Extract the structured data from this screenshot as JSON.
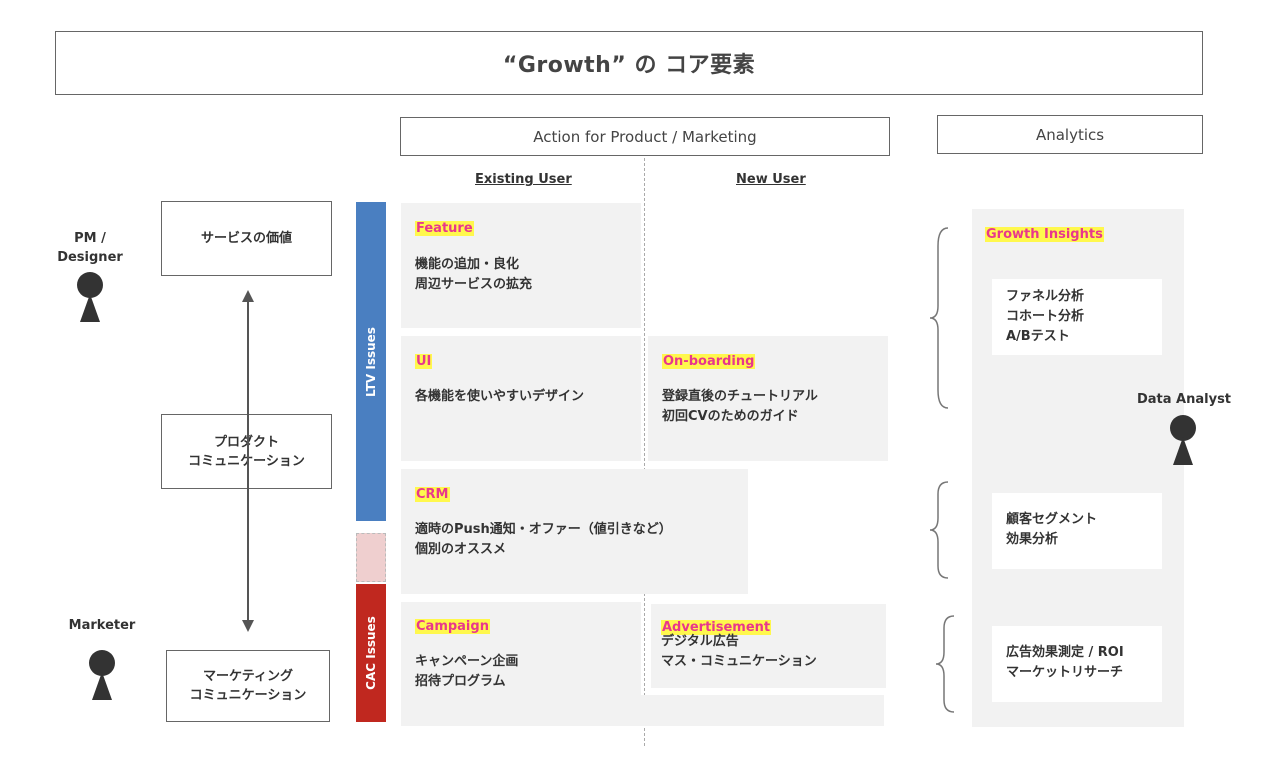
{
  "title": "“Growth” の コア要素",
  "header_action": "Action for Product /  Marketing",
  "header_analytics": "Analytics",
  "col_existing": "Existing User",
  "col_new": "New User",
  "left": {
    "pm": "PM /\nDesigner",
    "marketer": "Marketer",
    "service_value": "サービスの価値",
    "product_comm": "プロダクト\nコミュニケーション",
    "marketing_comm": "マーケティング\nコミュニケーション"
  },
  "bars": {
    "ltv": "LTV Issues",
    "cac": "CAC Issues"
  },
  "cards": {
    "feature": {
      "tag": "Feature",
      "body": "機能の追加・良化\n周辺サービスの拡充"
    },
    "ui": {
      "tag": "UI",
      "body": "各機能を使いやすいデザイン"
    },
    "onboarding": {
      "tag": "On-boarding",
      "body": "登録直後のチュートリアル\n初回CVのためのガイド"
    },
    "crm": {
      "tag": "CRM",
      "body": "適時のPush通知・オファー（値引きなど）\n個別のオススメ"
    },
    "campaign": {
      "tag": "Campaign",
      "body": "キャンペーン企画\n招待プログラム"
    },
    "advertisement": {
      "tag": "Advertisement",
      "body": "デジタル広告\nマス・コミュニケーション"
    }
  },
  "analytics": {
    "growth_insights": "Growth Insights",
    "funnel": "ファネル分析\nコホート分析\nA/Bテスト",
    "segment": "顧客セグメント\n効果分析",
    "ad_effect": "広告効果測定 / ROI\nマーケットリサーチ",
    "data_analyst": "Data Analyst"
  },
  "colors": {
    "ltv_bar": "#4a7fc1",
    "cac_bar": "#c0281f",
    "gap_bar": "#efcfcf",
    "tag_bg": "#fff84d",
    "tag_text": "#e8378c"
  }
}
